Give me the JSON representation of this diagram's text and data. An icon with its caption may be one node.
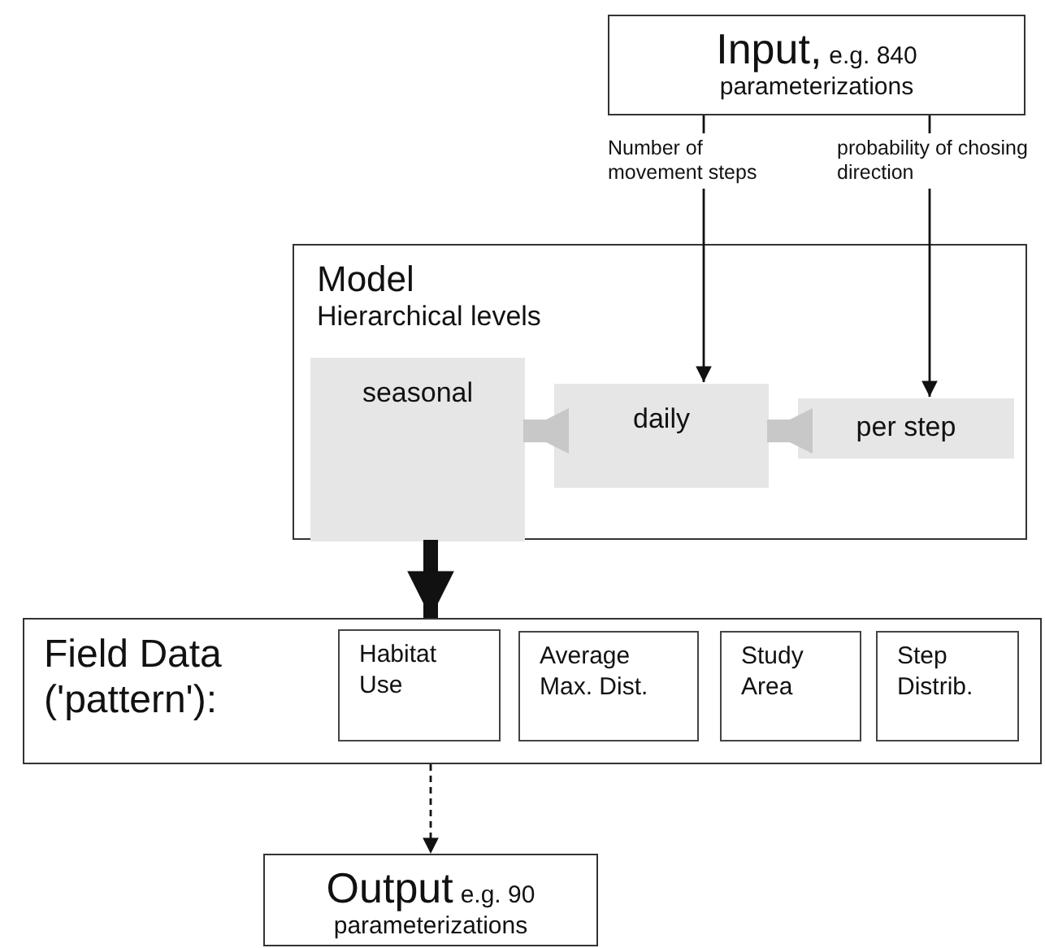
{
  "diagram": {
    "nodes": [
      {
        "text": [
          "Input,",
          "e.g. 840 parameterizations"
        ]
      },
      {
        "text": [
          "Model",
          "Hierarchical levels"
        ]
      },
      {
        "text": [
          "seasonal"
        ],
        "in": 1
      },
      {
        "text": [
          "daily"
        ],
        "in": 1
      },
      {
        "text": [
          "per step"
        ],
        "in": 1
      },
      {
        "text": [
          "Field Data ('pattern'):"
        ]
      },
      {
        "text": [
          "Habitat Use"
        ],
        "in": 5
      },
      {
        "text": [
          "Average Max. Dist."
        ],
        "in": 5
      },
      {
        "text": [
          "Study Area"
        ],
        "in": 5
      },
      {
        "text": [
          "Step Distrib."
        ],
        "in": 5
      },
      {
        "text": [
          "Output",
          "e.g. 90 parameterizations"
        ]
      }
    ],
    "edges": [
      {
        "from": 0,
        "to": 3,
        "arrow": "to",
        "label": "Number of movement steps"
      },
      {
        "from": 0,
        "to": 4,
        "arrow": "to",
        "label": "probability of chosing direction"
      },
      {
        "from": 4,
        "to": 3,
        "arrow": "to",
        "style": "thick",
        "color": "#c8c8c8"
      },
      {
        "from": 3,
        "to": 2,
        "arrow": "to",
        "style": "thick",
        "color": "#c8c8c8"
      },
      {
        "from": 1,
        "to": 5,
        "arrow": "to",
        "style": "thick"
      },
      {
        "from": 5,
        "to": 10,
        "arrow": "to",
        "style": "dashed"
      }
    ]
  }
}
